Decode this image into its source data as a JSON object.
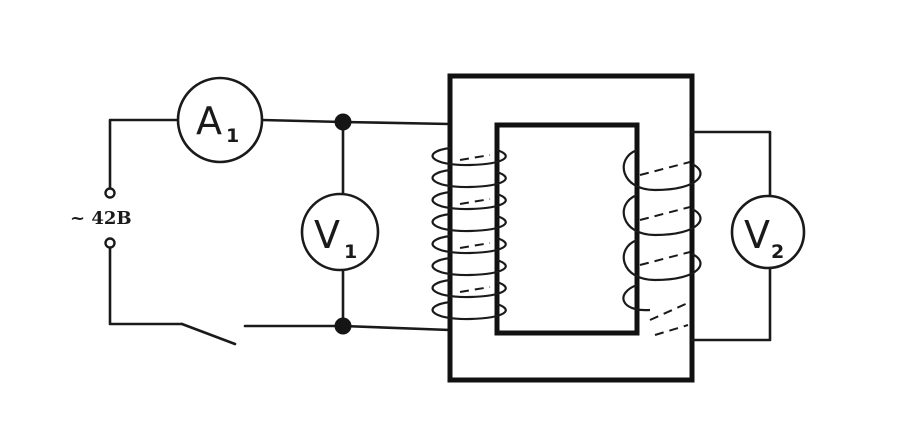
{
  "supply": {
    "label": "~ 42B"
  },
  "meters": {
    "ammeter": {
      "letter": "A",
      "sub": "1"
    },
    "voltmeter_primary": {
      "letter": "V",
      "sub": "1"
    },
    "voltmeter_secondary": {
      "letter": "V",
      "sub": "2"
    }
  },
  "colors": {
    "ink": "#1a1a1a",
    "background": "#ffffff"
  }
}
